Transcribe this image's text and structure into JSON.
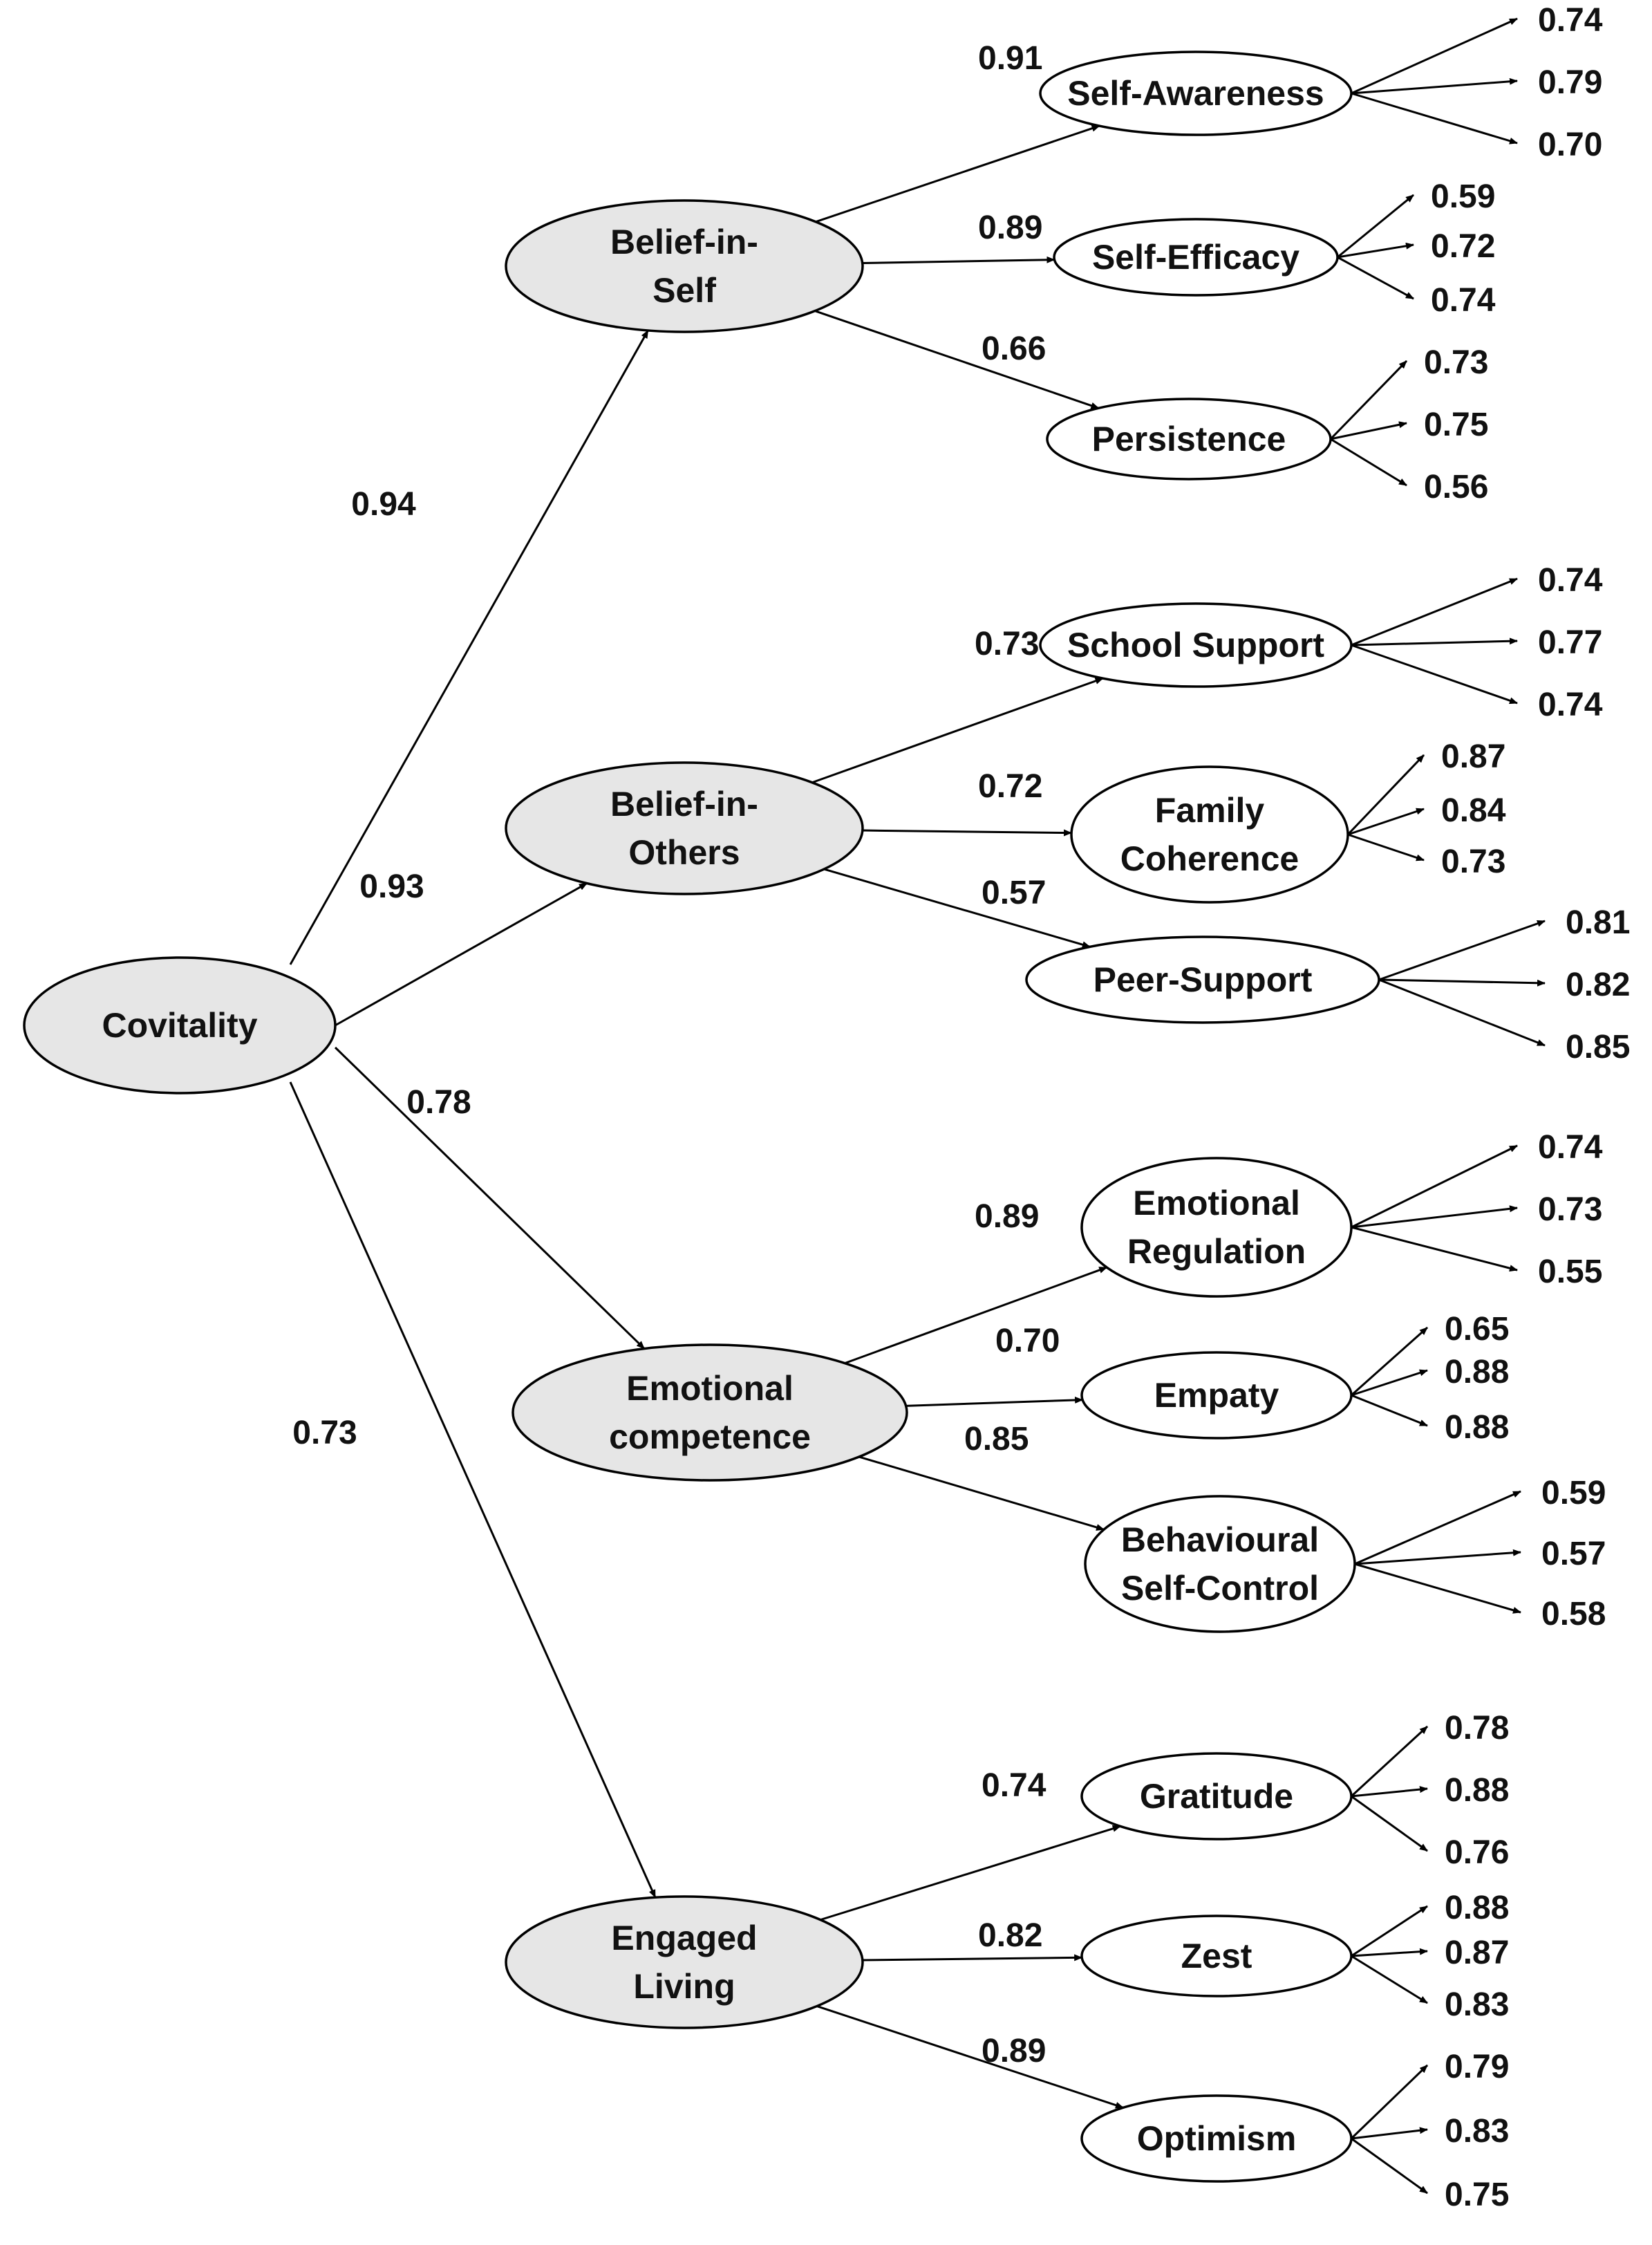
{
  "root": {
    "id": "covitality",
    "lines": [
      "Covitality"
    ]
  },
  "domains": [
    {
      "id": "belief-in-self",
      "lines": [
        "Belief-in-",
        "Self"
      ],
      "coef": "0.94",
      "subs": [
        {
          "id": "self-awareness",
          "lines": [
            "Self-Awareness"
          ],
          "coef": "0.91",
          "loadings": [
            "0.74",
            "0.79",
            "0.70"
          ]
        },
        {
          "id": "self-efficacy",
          "lines": [
            "Self-Efficacy"
          ],
          "coef": "0.89",
          "loadings": [
            "0.59",
            "0.72",
            "0.74"
          ]
        },
        {
          "id": "persistence",
          "lines": [
            "Persistence"
          ],
          "coef": "0.66",
          "loadings": [
            "0.73",
            "0.75",
            "0.56"
          ]
        }
      ]
    },
    {
      "id": "belief-in-others",
      "lines": [
        "Belief-in-",
        "Others"
      ],
      "coef": "0.93",
      "subs": [
        {
          "id": "school-support",
          "lines": [
            "School Support"
          ],
          "coef": "0.73",
          "loadings": [
            "0.74",
            "0.77",
            "0.74"
          ]
        },
        {
          "id": "family-coherence",
          "lines": [
            "Family",
            "Coherence"
          ],
          "coef": "0.72",
          "loadings": [
            "0.87",
            "0.84",
            "0.73"
          ]
        },
        {
          "id": "peer-support",
          "lines": [
            "Peer-Support"
          ],
          "coef": "0.57",
          "loadings": [
            "0.81",
            "0.82",
            "0.85"
          ]
        }
      ]
    },
    {
      "id": "emotional-competence",
      "lines": [
        "Emotional",
        "competence"
      ],
      "coef": "0.78",
      "subs": [
        {
          "id": "emotional-regulation",
          "lines": [
            "Emotional",
            "Regulation"
          ],
          "coef": "0.89",
          "loadings": [
            "0.74",
            "0.73",
            "0.55"
          ]
        },
        {
          "id": "empathy",
          "lines": [
            "Empaty"
          ],
          "coef": "0.70",
          "loadings": [
            "0.65",
            "0.88",
            "0.88"
          ]
        },
        {
          "id": "behavioural-self-control",
          "lines": [
            "Behavioural",
            "Self-Control"
          ],
          "coef": "0.85",
          "loadings": [
            "0.59",
            "0.57",
            "0.58"
          ]
        }
      ]
    },
    {
      "id": "engaged-living",
      "lines": [
        "Engaged",
        "Living"
      ],
      "coef": "0.73",
      "subs": [
        {
          "id": "gratitude",
          "lines": [
            "Gratitude"
          ],
          "coef": "0.74",
          "loadings": [
            "0.78",
            "0.88",
            "0.76"
          ]
        },
        {
          "id": "zest",
          "lines": [
            "Zest"
          ],
          "coef": "0.82",
          "loadings": [
            "0.88",
            "0.87",
            "0.83"
          ]
        },
        {
          "id": "optimism",
          "lines": [
            "Optimism"
          ],
          "coef": "0.89",
          "loadings": [
            "0.79",
            "0.83",
            "0.75"
          ]
        }
      ]
    }
  ]
}
